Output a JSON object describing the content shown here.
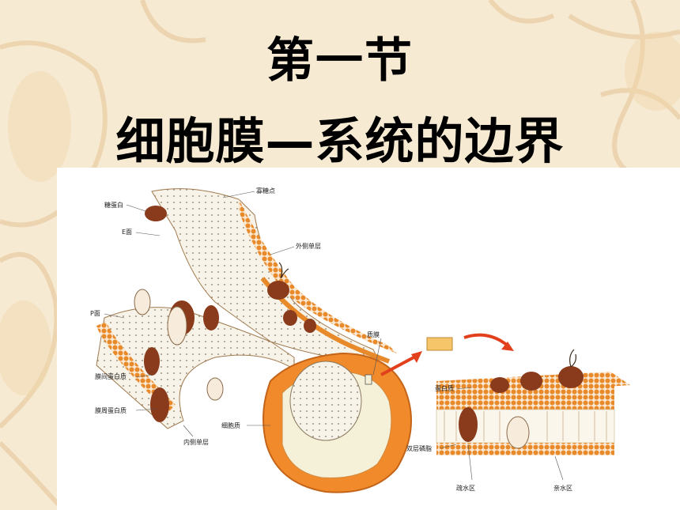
{
  "slide": {
    "title_line1": "第一节",
    "title_line2": "细胞膜—系统的边界"
  },
  "diagram": {
    "labels": {
      "glycoprotein": "糖蛋白",
      "oligosaccharide": "寡糖点",
      "e_face": "E面",
      "outer_leaflet": "外侧单层",
      "p_face": "P面",
      "membrane_protein": "质膜",
      "integral_protein": "膜间蛋白质",
      "peripheral_protein": "膜周蛋白质",
      "inner_leaflet": "内侧单层",
      "cytoplasm": "细胞质",
      "protein": "蛋白质",
      "phospholipid_bilayer": "双层磷脂",
      "hydrophobic": "疏水区",
      "hydrophilic": "亲水区"
    }
  },
  "colors": {
    "background": "#f6ead2",
    "head": "#e8892a",
    "protein": "#8a3b1c",
    "arrow": "#e2401c"
  }
}
